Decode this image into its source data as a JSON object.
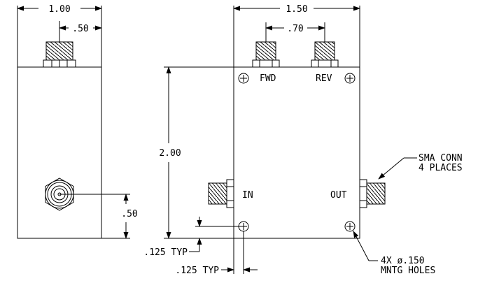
{
  "dimensions": {
    "side_width": "1.00",
    "side_connector_offset": ".50",
    "front_width": "1.50",
    "connector_spacing": ".70",
    "height": "2.00",
    "side_connector_height": ".50",
    "hole_offset_vertical": ".125 TYP",
    "hole_offset_horizontal": ".125 TYP"
  },
  "ports": {
    "fwd": "FWD",
    "rev": "REV",
    "in": "IN",
    "out": "OUT"
  },
  "notes": {
    "sma_line1": "SMA CONN",
    "sma_line2": "4 PLACES",
    "holes_line1": "4X ø.150",
    "holes_line2": "MNTG HOLES"
  }
}
